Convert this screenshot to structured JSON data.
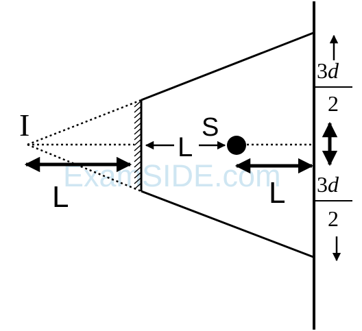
{
  "labels": {
    "image_point": "I",
    "source": "S",
    "dist_left": "L",
    "dist_mid": "L",
    "dist_right": "L"
  },
  "fractions": {
    "upper": {
      "numerator_num": "3",
      "numerator_var": "d",
      "denominator": "2"
    },
    "lower": {
      "numerator_num": "3",
      "numerator_var": "d",
      "denominator": "2"
    }
  },
  "watermark": "ExamSIDE.com"
}
